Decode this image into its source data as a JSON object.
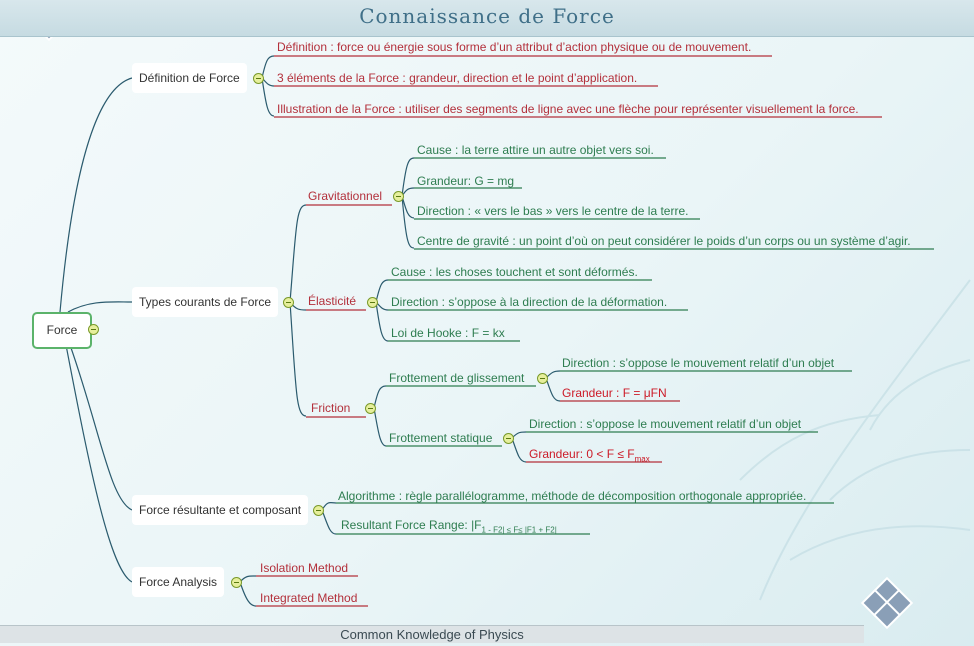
{
  "header": {
    "title": "Connaissance de Force"
  },
  "footer": {
    "text": "Common Knowledge of Physics"
  },
  "colors": {
    "branch": "#2b5b6e",
    "red_underline": "#b3303b",
    "green_underline": "#2e7d50"
  },
  "mindmap": {
    "root": "Force",
    "definition": {
      "label": "Définition de Force",
      "items": [
        "Définition : force ou énergie sous forme d’un attribut d’action physique ou de mouvement.",
        "3 éléments de la Force : grandeur, direction et le point d’application.",
        "Illustration de la Force : utiliser des segments de ligne avec une flèche pour représenter visuellement la force."
      ]
    },
    "types": {
      "label": "Types courants de Force",
      "gravity": {
        "label": "Gravitationnel",
        "items": [
          "Cause : la terre attire un autre objet vers soi.",
          "Grandeur: G = mg",
          "Direction : « vers le bas » vers le centre de la terre.",
          "Centre de gravité : un point d’où on peut considérer le poids d’un corps ou un système d’agir."
        ]
      },
      "elasticity": {
        "label": "Élasticité",
        "items": [
          "Cause : les choses touchent et sont déformés.",
          "Direction : s’oppose à la direction de la déformation.",
          "Loi de Hooke : F = kx"
        ]
      },
      "friction": {
        "label": "Friction",
        "sliding": {
          "label": "Frottement de glissement",
          "direction": "Direction : s’oppose le mouvement relatif d’un objet",
          "magnitude": "Grandeur : F = μFN"
        },
        "static": {
          "label": "Frottement statique",
          "direction": "Direction : s’oppose le mouvement relatif d’un objet",
          "magnitude_prefix": "Grandeur: 0 < F ≤ F",
          "magnitude_sub": "max"
        }
      }
    },
    "resultant": {
      "label": "Force résultante et composant",
      "algorithm": "Algorithme : règle parallélogramme, méthode de décomposition orthogonale appropriée.",
      "range_prefix": "Resultant Force Range: |F",
      "range_sub": "1 - F2| ≤ F≤ |F1 + F2|"
    },
    "analysis": {
      "label": "Force Analysis",
      "items": [
        "Isolation Method",
        "Integrated Method"
      ]
    }
  }
}
